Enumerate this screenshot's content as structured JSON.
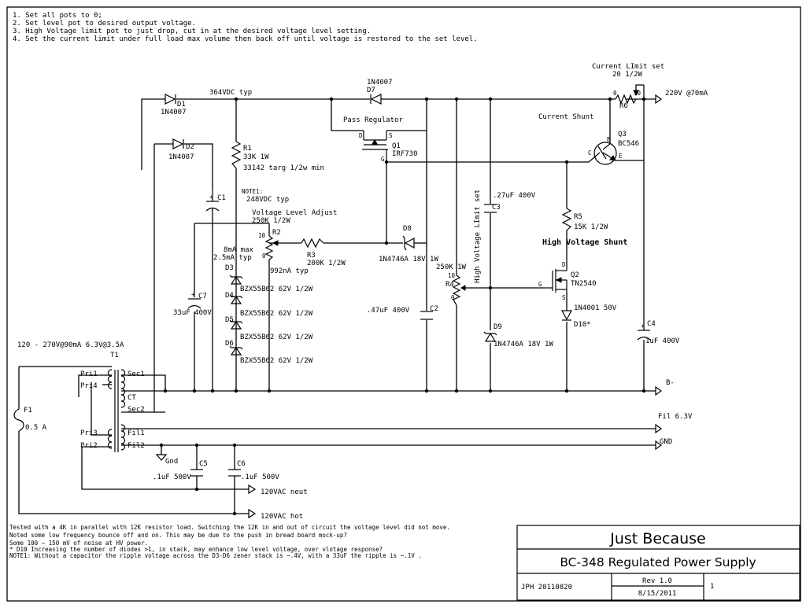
{
  "instructions": [
    "1. Set all pots to 0;",
    "2. Set level pot to desired output voltage.",
    "3. High Voltage limit pot to just drop, cut in at the desired voltage level setting.",
    "4. Set the current limit under full load max volume then back off until voltage is restored to the set level."
  ],
  "notes": [
    "Tested with a 4K in parallel with 12K resistor load.  Switching the 12K in and out of circuit the voltage level did not move.",
    "Noted some low frequency bounce off and on. This may be due to the push in bread board mock-up?",
    "Some 100 ~ 150 mV of noise at HV power.",
    "* D10 Increasing the number of diodes >1, in  stack, may enhance low level voltage, over vlotage response?",
    "NOTE1: Without a capacitor the ripple voltage across the D3-D6 zener stack is ~.4V,  with a 33uF the ripple is ~.1V ."
  ],
  "title_block": {
    "project": "Just Because",
    "title": "BC-348 Regulated Power Supply",
    "author_date": "JPH 20110820",
    "rev": "Rev 1.0",
    "rev_date": "8/15/2011",
    "sheet": "1"
  },
  "labels": {
    "transformer": "120 - 270V@90mA 6.3V@3.5A",
    "t1": "T1",
    "pri1": "Pri1",
    "pri4": "Pri4",
    "pri3": "Pri3",
    "pri2": "Pri2",
    "sec1": "Sec1",
    "ct": "CT",
    "sec2": "Sec2",
    "fil1": "Fil1",
    "fil2": "Fil2",
    "f1": "F1",
    "f1_val": "0.5 A",
    "d1": "D1",
    "d1_val": "1N4007",
    "d2": "D2",
    "d2_val": "1N4007",
    "d7": "D7",
    "d7_val": "1N4007",
    "v364": "364VDC typ",
    "pass_reg": "Pass Regulator",
    "q1": "Q1",
    "q1_val": "IRF730",
    "q1_d": "D",
    "q1_s": "S",
    "q1_g": "G",
    "r1": "R1",
    "r1_val": "33K 1W",
    "r1_note": "33142 targ 1/2w min",
    "note1": "NOTE1:",
    "v248": "248VDC typ",
    "vla": "Voltage Level Adjust",
    "r2_val": "250K 1/2W",
    "r2": "R2",
    "r2_10": "10",
    "r2_0": "0",
    "r3": "R3",
    "r3_val": "200K 1/2W",
    "d8": "D8",
    "d8_val": "1N4746A 18V 1W",
    "ma8": "8mA max",
    "ma25": "2.5mA typ",
    "na992": "992nA typ",
    "d3": "D3",
    "d4": "D4",
    "d5": "D5",
    "d6": "D6",
    "zener_val": "BZX55B62 62V 1/2W",
    "c1": "C1",
    "c7": "C7",
    "c7_val": "33uF 400V",
    "c2": "C2",
    "c2_val": ".47uF 400V",
    "hvls": "High Voltage LImit set",
    "c3": "C3",
    "c3_val": ".27uF 400V",
    "r4": "R4",
    "r4_val": "250K 1W",
    "r4_10": "10",
    "r4_0": "0",
    "d9": "D9",
    "d9_val": "1N4746A 18V 1W",
    "cls": "Current  LImit set",
    "r6_val": "20 1/2W",
    "r6": "R6",
    "r6_0": "0",
    "r6_10": "10",
    "out": "220V @70mA",
    "cshunt": "Current Shunt",
    "q3": "Q3",
    "q3_val": "BC546",
    "q3_b": "B",
    "q3_c": "C",
    "q3_e": "E",
    "r5": "R5",
    "r5_val": "15K 1/2W",
    "hvshunt": "High Voltage Shunt",
    "q2": "Q2",
    "q2_val": "TN2540",
    "q2_d": "D",
    "q2_s": "S",
    "q2_g": "G",
    "d10_val": "1N4001 50V",
    "d10": "D10*",
    "c4": "C4",
    "c4_val": "1uF 400V",
    "bminus": "B-",
    "fil63": "Fil 6.3V",
    "gnd": "GND",
    "gnd2": "Gnd",
    "c5": "C5",
    "c5_val": ".1uF 500V",
    "c6": "C6",
    "c6_val": ".1uF 500V",
    "ac_neut": "120VAC neut",
    "ac_hot": "120VAC hot"
  }
}
